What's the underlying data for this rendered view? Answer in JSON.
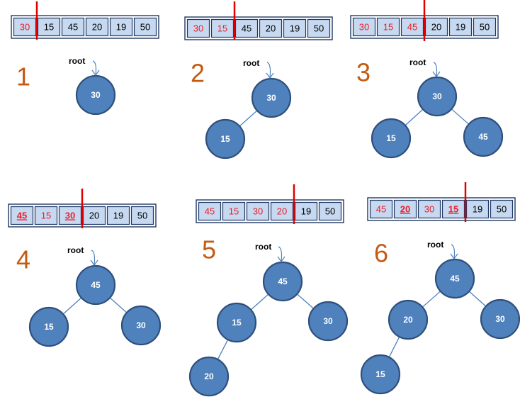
{
  "steps": [
    {
      "number": "1",
      "array": [
        {
          "value": "30",
          "heaped": true,
          "underlined": false
        },
        {
          "value": "15",
          "heaped": false,
          "underlined": false
        },
        {
          "value": "45",
          "heaped": false,
          "underlined": false
        },
        {
          "value": "20",
          "heaped": false,
          "underlined": false
        },
        {
          "value": "19",
          "heaped": false,
          "underlined": false
        },
        {
          "value": "50",
          "heaped": false,
          "underlined": false
        }
      ],
      "split_after": 1,
      "root_label": "root",
      "nodes": [
        {
          "id": "a",
          "value": "30"
        }
      ],
      "edges": []
    },
    {
      "number": "2",
      "array": [
        {
          "value": "30",
          "heaped": true,
          "underlined": false
        },
        {
          "value": "15",
          "heaped": true,
          "underlined": false
        },
        {
          "value": "45",
          "heaped": false,
          "underlined": false
        },
        {
          "value": "20",
          "heaped": false,
          "underlined": false
        },
        {
          "value": "19",
          "heaped": false,
          "underlined": false
        },
        {
          "value": "50",
          "heaped": false,
          "underlined": false
        }
      ],
      "split_after": 2,
      "root_label": "root",
      "nodes": [
        {
          "id": "a",
          "value": "30"
        },
        {
          "id": "b",
          "value": "15"
        }
      ],
      "edges": [
        [
          "a",
          "b"
        ]
      ]
    },
    {
      "number": "3",
      "array": [
        {
          "value": "30",
          "heaped": true,
          "underlined": false
        },
        {
          "value": "15",
          "heaped": true,
          "underlined": false
        },
        {
          "value": "45",
          "heaped": true,
          "underlined": false
        },
        {
          "value": "20",
          "heaped": false,
          "underlined": false
        },
        {
          "value": "19",
          "heaped": false,
          "underlined": false
        },
        {
          "value": "50",
          "heaped": false,
          "underlined": false
        }
      ],
      "split_after": 3,
      "root_label": "root",
      "nodes": [
        {
          "id": "a",
          "value": "30"
        },
        {
          "id": "b",
          "value": "15"
        },
        {
          "id": "c",
          "value": "45"
        }
      ],
      "edges": [
        [
          "a",
          "b"
        ],
        [
          "a",
          "c"
        ]
      ]
    },
    {
      "number": "4",
      "array": [
        {
          "value": "45",
          "heaped": true,
          "underlined": true
        },
        {
          "value": "15",
          "heaped": true,
          "underlined": false
        },
        {
          "value": "30",
          "heaped": true,
          "underlined": true
        },
        {
          "value": "20",
          "heaped": false,
          "underlined": false
        },
        {
          "value": "19",
          "heaped": false,
          "underlined": false
        },
        {
          "value": "50",
          "heaped": false,
          "underlined": false
        }
      ],
      "split_after": 3,
      "root_label": "root",
      "nodes": [
        {
          "id": "a",
          "value": "45"
        },
        {
          "id": "b",
          "value": "15"
        },
        {
          "id": "c",
          "value": "30"
        }
      ],
      "edges": [
        [
          "a",
          "b"
        ],
        [
          "a",
          "c"
        ]
      ]
    },
    {
      "number": "5",
      "array": [
        {
          "value": "45",
          "heaped": true,
          "underlined": false
        },
        {
          "value": "15",
          "heaped": true,
          "underlined": false
        },
        {
          "value": "30",
          "heaped": true,
          "underlined": false
        },
        {
          "value": "20",
          "heaped": true,
          "underlined": false
        },
        {
          "value": "19",
          "heaped": false,
          "underlined": false
        },
        {
          "value": "50",
          "heaped": false,
          "underlined": false
        }
      ],
      "split_after": 4,
      "root_label": "root",
      "nodes": [
        {
          "id": "a",
          "value": "45"
        },
        {
          "id": "b",
          "value": "15"
        },
        {
          "id": "c",
          "value": "30"
        },
        {
          "id": "d",
          "value": "20"
        }
      ],
      "edges": [
        [
          "a",
          "b"
        ],
        [
          "a",
          "c"
        ],
        [
          "b",
          "d"
        ]
      ]
    },
    {
      "number": "6",
      "array": [
        {
          "value": "45",
          "heaped": true,
          "underlined": false
        },
        {
          "value": "20",
          "heaped": true,
          "underlined": true
        },
        {
          "value": "30",
          "heaped": true,
          "underlined": false
        },
        {
          "value": "15",
          "heaped": true,
          "underlined": true
        },
        {
          "value": "19",
          "heaped": false,
          "underlined": false
        },
        {
          "value": "50",
          "heaped": false,
          "underlined": false
        }
      ],
      "split_after": 4,
      "root_label": "root",
      "nodes": [
        {
          "id": "a",
          "value": "45"
        },
        {
          "id": "b",
          "value": "20"
        },
        {
          "id": "c",
          "value": "30"
        },
        {
          "id": "d",
          "value": "15"
        }
      ],
      "edges": [
        [
          "a",
          "b"
        ],
        [
          "a",
          "c"
        ],
        [
          "b",
          "d"
        ]
      ]
    }
  ],
  "colors": {
    "heaped_text": "#e8202a",
    "unheaped_text": "#000000",
    "node_fill": "#4f81bd",
    "divider": "#e00000",
    "step_number": "#c55a11"
  }
}
